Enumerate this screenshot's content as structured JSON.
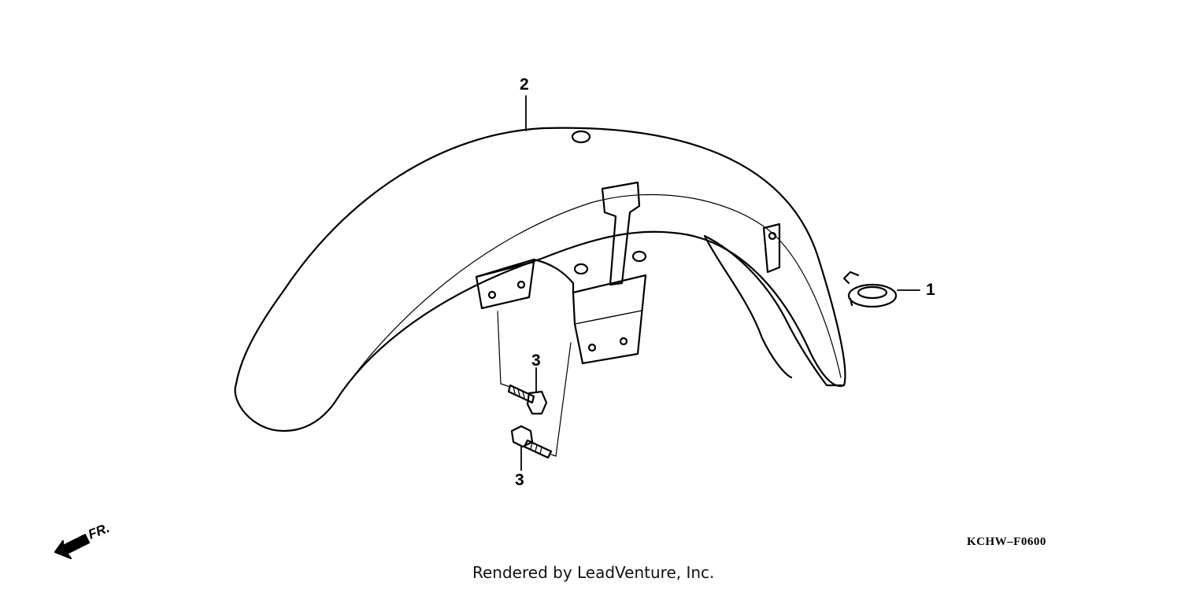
{
  "callouts": {
    "part1": "1",
    "part2": "2",
    "part3_upper": "3",
    "part3_lower": "3"
  },
  "direction_label": "FR.",
  "diagram_code": "KCHW–F0600",
  "credit": "Rendered by LeadVenture, Inc.",
  "colors": {
    "ink": "#000000",
    "background": "#ffffff"
  }
}
